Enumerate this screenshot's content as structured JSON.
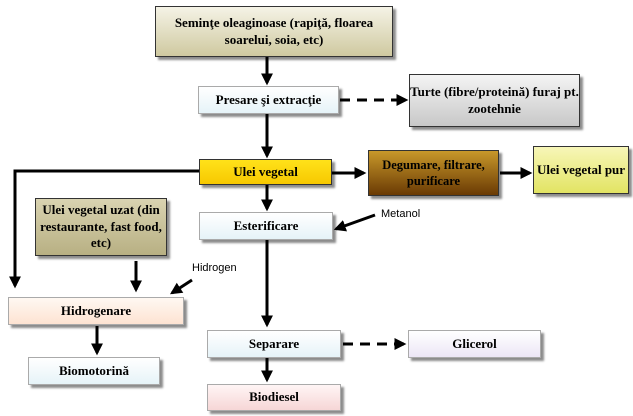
{
  "nodes": {
    "seminte": "Seminţe oleaginoase (rapiţă, floarea soarelui, soia, etc)",
    "presare": "Presare şi extracţie",
    "turte": "Turte (fibre/proteină) furaj pt. zootehnie",
    "ulei_vegetal": "Ulei vegetal",
    "degumare": "Degumare, filtrare, purificare",
    "ulei_pur": "Ulei vegetal pur",
    "ulei_uzat": "Ulei vegetal uzat (din restaurante, fast food, etc)",
    "esterificare": "Esterificare",
    "hidrogenare": "Hidrogenare",
    "biomotorina": "Biomotorină",
    "separare": "Separare",
    "glicerol": "Glicerol",
    "biodiesel": "Biodiesel"
  },
  "inputs": {
    "metanol": "Metanol",
    "hidrogen": "Hidrogen"
  },
  "colors": {
    "seed_box": "#cfc9a0",
    "light_blue": "#e6f3f8",
    "peach": "#fde7da",
    "glicerol": "#eee8f6",
    "biodiesel": "#f8dddd",
    "turte": "#d0d0d0",
    "ulei_vegetal": "#ffe21a",
    "degumare": "#a06a10",
    "ulei_pur": "#e9ec7a",
    "ulei_uzat": "#c8c099",
    "arrow": "#000000"
  }
}
